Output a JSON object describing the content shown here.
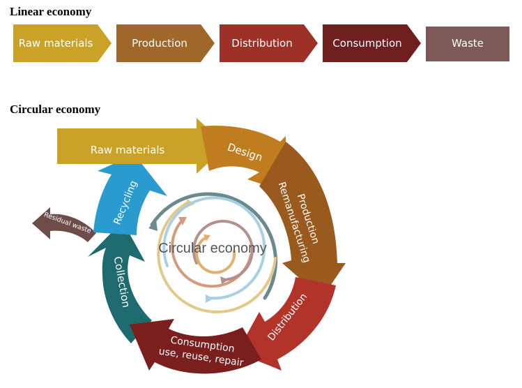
{
  "linear": {
    "title": "Linear economy",
    "steps": [
      {
        "label": "Raw materials",
        "color": "#c9a227"
      },
      {
        "label": "Production",
        "color": "#a0672a"
      },
      {
        "label": "Distribution",
        "color": "#9e3127"
      },
      {
        "label": "Consumption",
        "color": "#6e1f1e"
      },
      {
        "label": "Waste",
        "color": "#7d5a58"
      }
    ]
  },
  "circular": {
    "title": "Circular economy",
    "center_label": "Circular economy",
    "raw_materials": "Raw materials",
    "design": "Design",
    "production_line1": "Production",
    "production_line2": "Remanufacturing",
    "distribution": "Distribution",
    "consumption_line1": "Consumption",
    "consumption_line2": "use, reuse, repair",
    "collection": "Collection",
    "recycling": "Recycling",
    "residual_waste": "Residual waste",
    "colors": {
      "raw_materials": "#c9a227",
      "design": "#c07d1f",
      "production": "#9b5a1d",
      "distribution": "#b2332a",
      "consumption": "#7a1f1d",
      "collection": "#1d6b6e",
      "recycling": "#2a9bcf",
      "residual_waste": "#6e4c4a"
    }
  }
}
